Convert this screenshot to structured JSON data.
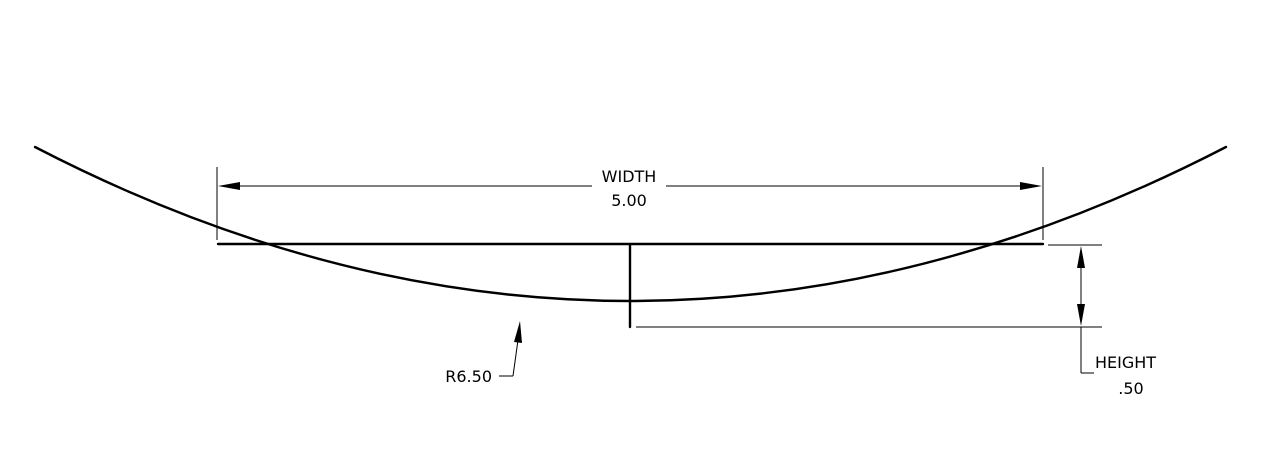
{
  "drawing": {
    "width_dimension": {
      "label": "WIDTH",
      "value": "5.00"
    },
    "height_dimension": {
      "label": "HEIGHT",
      "value": ".50"
    },
    "radius_dimension": {
      "value": "R6.50"
    },
    "colors": {
      "line": "#000000",
      "background": "#ffffff"
    }
  }
}
